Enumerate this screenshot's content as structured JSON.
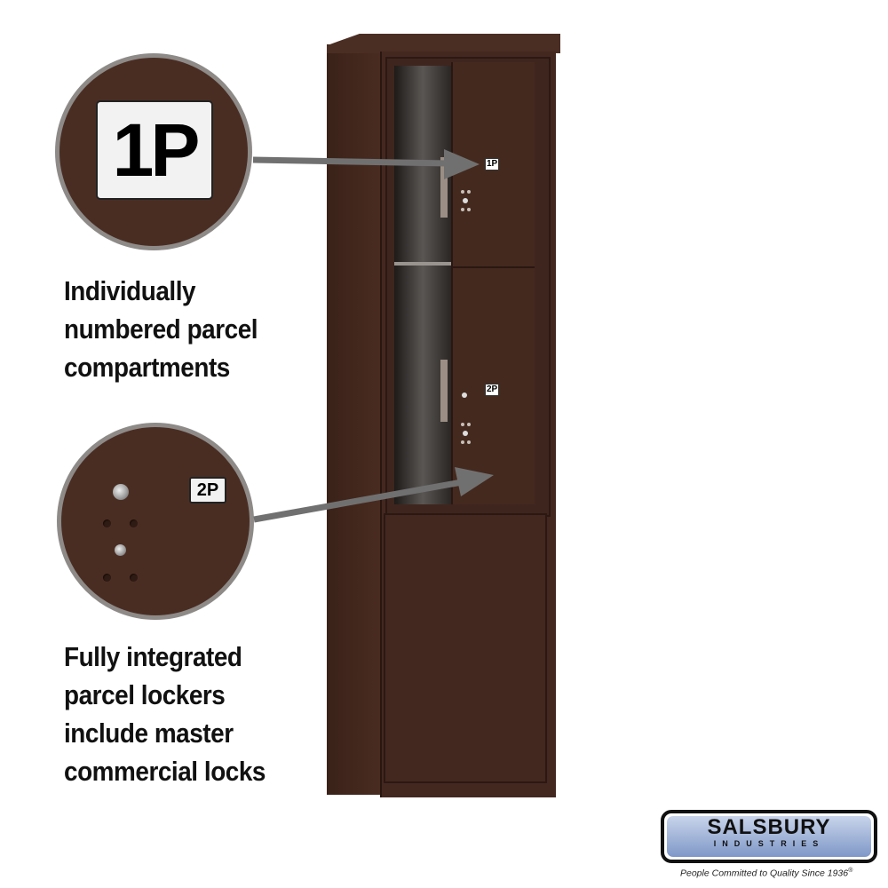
{
  "callouts": [
    {
      "label": "1P",
      "caption": [
        "Individually",
        "numbered parcel",
        "compartments"
      ]
    },
    {
      "label": "2P",
      "caption": [
        "Fully integrated",
        "parcel lockers",
        "include master",
        "commercial locks"
      ]
    }
  ],
  "locker": {
    "door_labels": [
      "1P",
      "2P"
    ]
  },
  "logo": {
    "name": "SALSBURY",
    "sub": "INDUSTRIES",
    "tagline": "People Committed to Quality Since 1936",
    "reg": "®"
  },
  "colors": {
    "bronze": "#4a2d22",
    "arrow": "#707070"
  }
}
